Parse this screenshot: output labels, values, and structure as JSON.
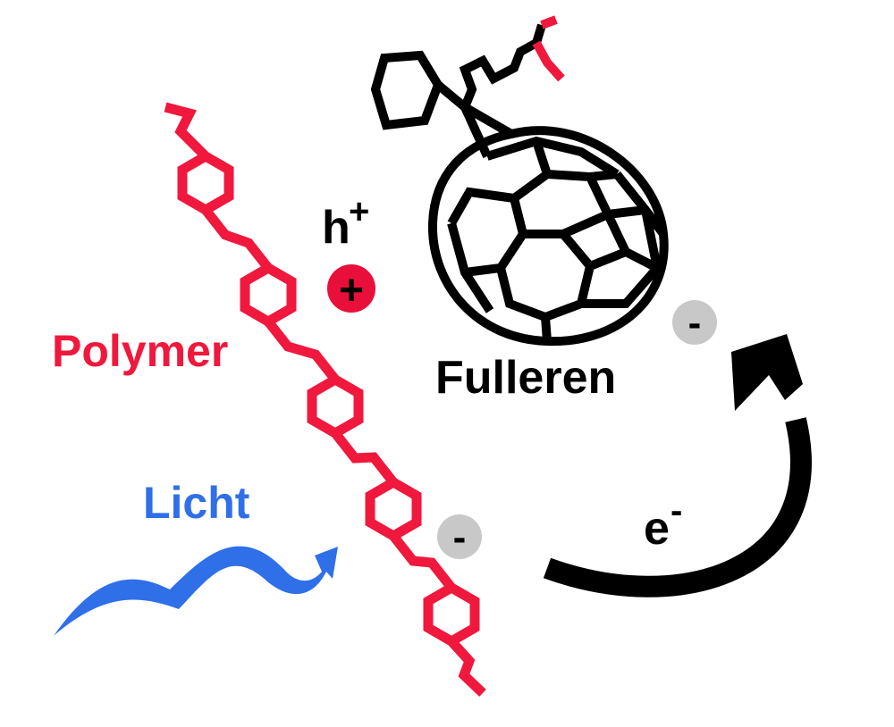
{
  "labels": {
    "polymer": "Polymer",
    "fullerene": "Fulleren",
    "light": "Licht",
    "hole": "h",
    "hole_sup": "+",
    "electron": "e",
    "electron_sup": "-",
    "plus_charge": "+",
    "minus_charge": "-"
  },
  "colors": {
    "polymer": "#f0183c",
    "fullerene": "#000000",
    "light": "#2f6fe8",
    "hole_charge": "#e8103a",
    "electron_charge": "#c8c8c8",
    "arrow": "#000000"
  },
  "icons": {
    "polymer_chain": "polymer-chain-icon",
    "fullerene": "fullerene-c60-icon",
    "light_wave": "light-wave-icon",
    "transfer_arrow": "electron-transfer-arrow-icon"
  }
}
